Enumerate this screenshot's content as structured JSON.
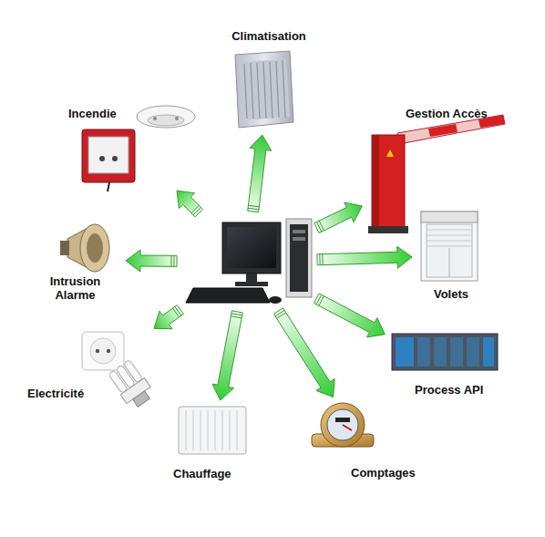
{
  "diagram": {
    "nodes": [
      {
        "text": []
      },
      {
        "text": [
          "Climatisation"
        ]
      },
      {
        "text": [
          "Incendie"
        ]
      },
      {
        "text": [
          "Gestion Accès"
        ]
      },
      {
        "text": [
          "Intrusion Alarme"
        ]
      },
      {
        "text": [
          "Volets"
        ]
      },
      {
        "text": [
          "Electricité"
        ]
      },
      {
        "text": [
          "Process API"
        ]
      },
      {
        "text": [
          "Chauffage"
        ]
      },
      {
        "text": [
          "Comptages"
        ]
      }
    ],
    "edges": [
      {
        "from": 0,
        "to": 1,
        "arrow": "to"
      },
      {
        "from": 0,
        "to": 2,
        "arrow": "to"
      },
      {
        "from": 0,
        "to": 3,
        "arrow": "to"
      },
      {
        "from": 0,
        "to": 4,
        "arrow": "to"
      },
      {
        "from": 0,
        "to": 5,
        "arrow": "to"
      },
      {
        "from": 0,
        "to": 6,
        "arrow": "to"
      },
      {
        "from": 0,
        "to": 7,
        "arrow": "to"
      },
      {
        "from": 0,
        "to": 8,
        "arrow": "to"
      },
      {
        "from": 0,
        "to": 9,
        "arrow": "to"
      }
    ]
  }
}
